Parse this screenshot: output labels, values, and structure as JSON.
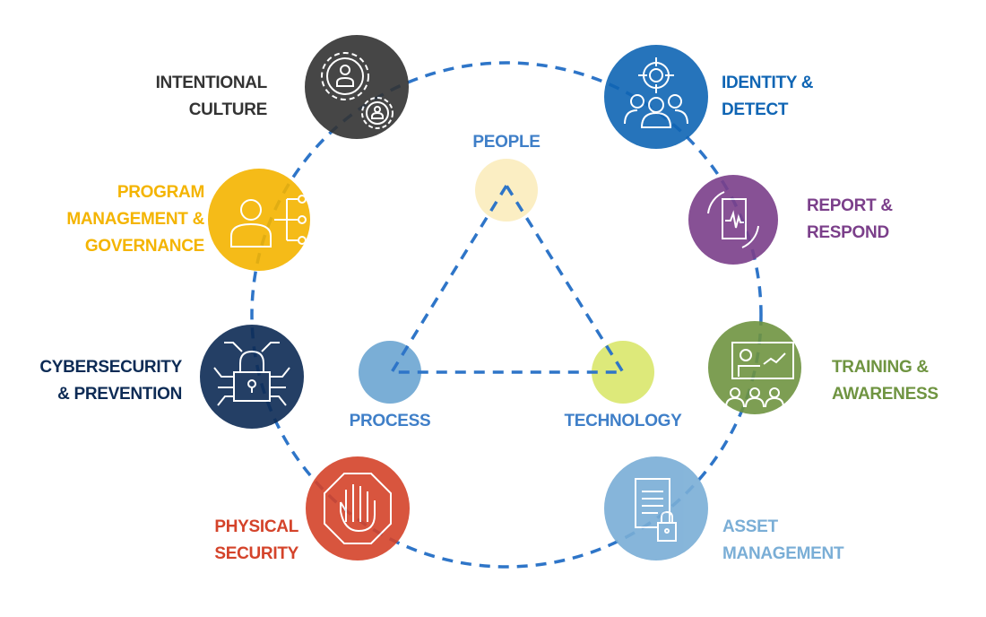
{
  "center": {
    "people": "PEOPLE",
    "process": "PROCESS",
    "technology": "TECHNOLOGY"
  },
  "nodes": {
    "intentional_culture": {
      "lines": [
        "INTENTIONAL",
        "CULTURE"
      ],
      "color": "#333333",
      "icon": "gears-people-icon"
    },
    "identity_detect": {
      "lines": [
        "IDENTITY &",
        "DETECT"
      ],
      "color": "#0f65b4",
      "icon": "target-group-icon"
    },
    "program_management": {
      "lines": [
        "PROGRAM",
        "MANAGEMENT &",
        "GOVERNANCE"
      ],
      "color": "#f4b400",
      "icon": "person-hierarchy-icon"
    },
    "report_respond": {
      "lines": [
        "REPORT &",
        "RESPOND"
      ],
      "color": "#7b3f8a",
      "icon": "refresh-monitor-icon"
    },
    "cybersecurity": {
      "lines": [
        "CYBERSECURITY",
        "& PREVENTION"
      ],
      "color": "#0d2b55",
      "icon": "circuit-lock-icon"
    },
    "training": {
      "lines": [
        "TRAINING &",
        "AWARENESS"
      ],
      "color": "#6f9441",
      "icon": "presentation-icon"
    },
    "physical_security": {
      "lines": [
        "PHYSICAL",
        "SECURITY"
      ],
      "color": "#d4432a",
      "icon": "stop-hand-icon"
    },
    "asset_management": {
      "lines": [
        "ASSET",
        "MANAGEMENT"
      ],
      "color": "#7aaed6",
      "icon": "document-lock-icon"
    }
  },
  "colors": {
    "dash": "#2e75c8",
    "people": "#fbeec3",
    "process": "#7aaed6",
    "technology": "#dde97a"
  }
}
